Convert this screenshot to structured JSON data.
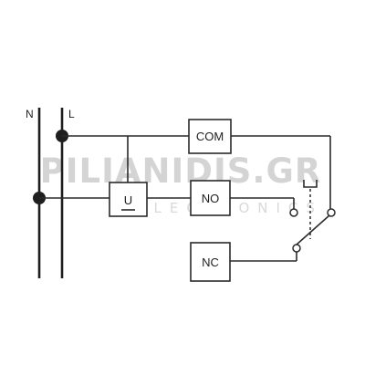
{
  "rails": {
    "neutral": "N",
    "line": "L"
  },
  "blocks": {
    "com": "COM",
    "no": "NO",
    "nc": "NC",
    "coil": "U"
  },
  "watermark": {
    "brand": "PILIANIDIS.GR",
    "sub": "ELECTRONICS"
  },
  "colors": {
    "line": "#2a2a2a",
    "watermark": "#d4d4d4",
    "background": "#ffffff"
  }
}
